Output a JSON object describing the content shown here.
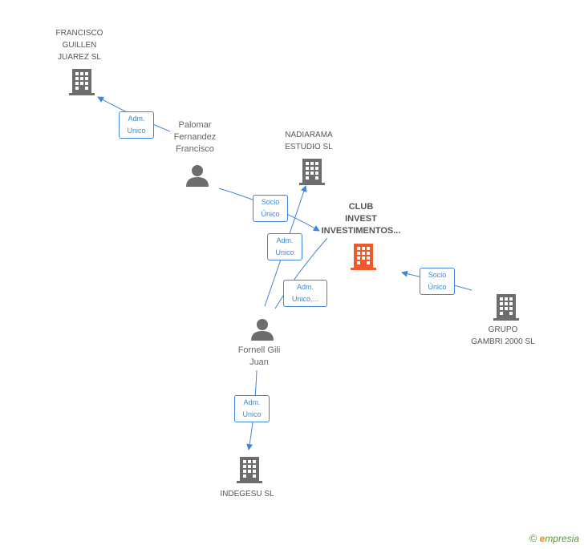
{
  "nodes": {
    "francisco_guillen": "FRANCISCO\nGUILLEN\nJUAREZ SL",
    "palomar": "Palomar\nFernandez\nFrancisco",
    "nadiarama": "NADIARAMA\nESTUDIO SL",
    "club_invest": "CLUB\nINVEST\nINVESTIMENTOS...",
    "grupo_gambri": "GRUPO\nGAMBRI 2000 SL",
    "fornell": "Fornell Gili\nJuan",
    "indegesu": "INDEGESU SL"
  },
  "edges": {
    "palomar_to_francisco": "Adm.\nUnico",
    "palomar_to_club": "Socio\nÚnico",
    "fornell_to_nadiarama": "Adm.\nUnico",
    "fornell_to_club": "Adm.\nUnico,...",
    "gambri_to_club": "Socio\nÚnico",
    "fornell_to_indegesu": "Adm.\nUnico"
  },
  "colors": {
    "company": "#6d6d6d",
    "main_company": "#ee5a2a",
    "person": "#6d6d6d",
    "edge": "#3f86d6"
  },
  "brand": {
    "copyright": "©",
    "e": "e",
    "rest": "mpresia"
  }
}
